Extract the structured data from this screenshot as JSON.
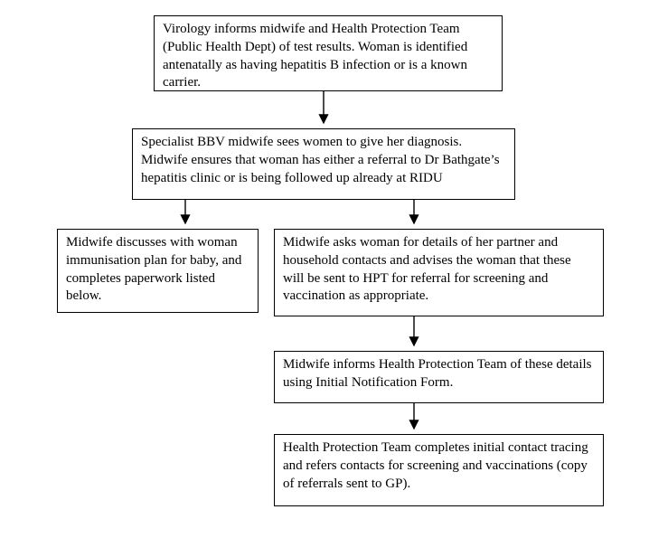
{
  "flowchart": {
    "boxes": {
      "virology": {
        "text": "Virology informs midwife and Health Protection Team (Public Health Dept) of test results. Woman is identified antenatally as having hepatitis B infection or is a known carrier."
      },
      "specialist": {
        "text": "Specialist BBV midwife sees women to give her diagnosis. Midwife ensures that woman has either a referral to Dr Bathgate’s hepatitis clinic or is being followed up already at RIDU"
      },
      "immunisation": {
        "text": "Midwife discusses with woman immunisation plan for baby, and completes paperwork listed below."
      },
      "partner_details": {
        "text": "Midwife asks woman for details of her partner and household contacts and advises the woman that these will be sent to HPT for referral for screening and vaccination as appropriate."
      },
      "notification": {
        "text": "Midwife informs Health Protection Team of these details using Initial Notification Form."
      },
      "contact_tracing": {
        "text": "Health Protection Team completes initial contact tracing and refers contacts for screening and vaccinations (copy of referrals sent to GP)."
      }
    },
    "colors": {
      "border": "#000000",
      "background": "#ffffff",
      "text": "#000000"
    }
  }
}
